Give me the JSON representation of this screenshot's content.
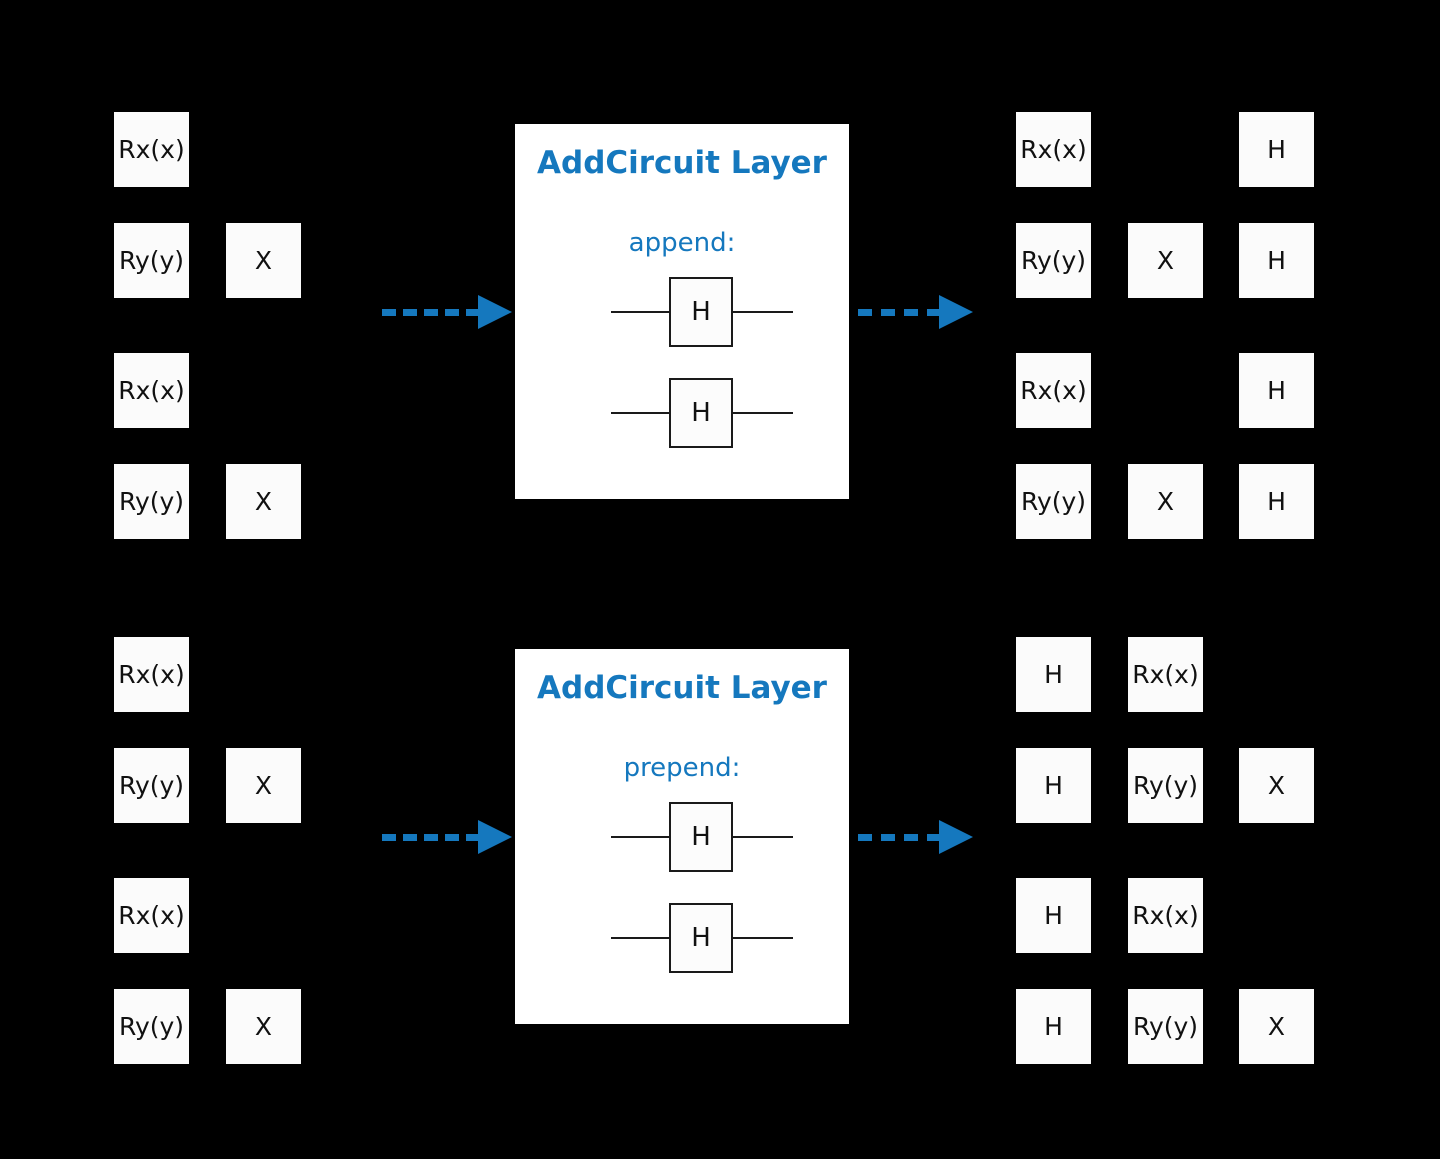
{
  "figure": {
    "background_color": "#000000",
    "accent_color": "#1578be",
    "gate_fill": "#fbfbfb",
    "gate_text_color": "#111111"
  },
  "sections": [
    {
      "id": "append",
      "input_circuit": {
        "name": "input-circuit-append",
        "wires": [
          {
            "gates": [
              "Rx(x)"
            ]
          },
          {
            "gates": [
              "Ry(y)",
              "X"
            ]
          },
          {
            "gates": [
              "Rx(x)"
            ]
          },
          {
            "gates": [
              "Ry(y)",
              "X"
            ]
          }
        ]
      },
      "panel": {
        "title": "AddCircuit Layer",
        "mode_label": "append:",
        "gates": [
          "H",
          "H"
        ]
      },
      "output_circuit": {
        "name": "output-circuit-append",
        "wires": [
          {
            "gates": [
              "Rx(x)",
              "",
              "H"
            ]
          },
          {
            "gates": [
              "Ry(y)",
              "X",
              "H"
            ]
          },
          {
            "gates": [
              "Rx(x)",
              "",
              "H"
            ]
          },
          {
            "gates": [
              "Ry(y)",
              "X",
              "H"
            ]
          }
        ]
      },
      "arrow_in": "dashed-arrow",
      "arrow_out": "dashed-arrow"
    },
    {
      "id": "prepend",
      "input_circuit": {
        "name": "input-circuit-prepend",
        "wires": [
          {
            "gates": [
              "Rx(x)"
            ]
          },
          {
            "gates": [
              "Ry(y)",
              "X"
            ]
          },
          {
            "gates": [
              "Rx(x)"
            ]
          },
          {
            "gates": [
              "Ry(y)",
              "X"
            ]
          }
        ]
      },
      "panel": {
        "title": "AddCircuit Layer",
        "mode_label": "prepend:",
        "gates": [
          "H",
          "H"
        ]
      },
      "output_circuit": {
        "name": "output-circuit-prepend",
        "wires": [
          {
            "gates": [
              "H",
              "Rx(x)",
              ""
            ]
          },
          {
            "gates": [
              "H",
              "Ry(y)",
              "X"
            ]
          },
          {
            "gates": [
              "H",
              "Rx(x)",
              ""
            ]
          },
          {
            "gates": [
              "H",
              "Ry(y)",
              "X"
            ]
          }
        ]
      },
      "arrow_in": "dashed-arrow",
      "arrow_out": "dashed-arrow"
    }
  ]
}
